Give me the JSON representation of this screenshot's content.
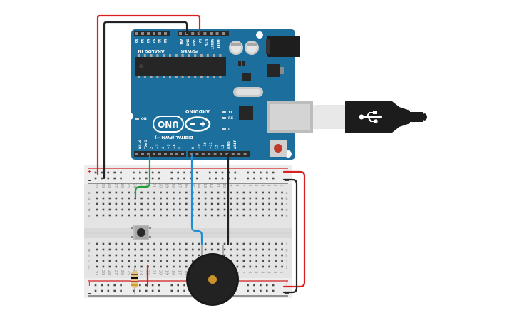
{
  "board": {
    "analog_header": "ANALOG IN",
    "analog_pins": [
      "A5",
      "A4",
      "A3",
      "A2",
      "A1",
      "A0"
    ],
    "power_header": "POWER",
    "power_pins": [
      "VIN",
      "GND",
      "GND",
      "5V",
      "3.3V",
      "RESET",
      "IOREF"
    ],
    "digital_header": "DIGITAL (PWM ~)",
    "digital_pins": [
      "RX◄0",
      "TX►1",
      "2",
      "~3",
      "4",
      "~5",
      "~6",
      "7",
      "8",
      "~9",
      "~10",
      "~11",
      "12",
      "13",
      "GND",
      "AREF"
    ],
    "brand": "ARDUINO",
    "model": "UNO",
    "on_led": "ON",
    "led_labels": [
      "TX",
      "RX",
      "L"
    ],
    "colors": {
      "pcb": "#1c6f9c",
      "header": "#2b2b2b"
    }
  },
  "breadboard": {
    "row_letters_top": [
      "a",
      "b",
      "c",
      "d",
      "e"
    ],
    "row_letters_bottom": [
      "f",
      "g",
      "h",
      "i",
      "j"
    ],
    "column_numbers": [
      "30",
      "29",
      "28",
      "27",
      "26",
      "25",
      "24",
      "23",
      "22",
      "21",
      "20",
      "19",
      "18",
      "17",
      "16",
      "15",
      "14",
      "13",
      "12",
      "11",
      "10",
      "9",
      "8",
      "7",
      "6",
      "5",
      "4",
      "3",
      "2",
      "1"
    ],
    "rail_plus": "+",
    "rail_minus": "−",
    "colors": {
      "body": "#e6e6e6",
      "hole": "#4a4a4a",
      "rail_red": "#d22020",
      "rail_black": "#333333"
    }
  },
  "wires": {
    "colors": {
      "red": "#d82020",
      "black": "#222222",
      "green": "#22a03a",
      "blue": "#1f8fd0"
    }
  },
  "components": {
    "usb_icon": "usb-icon",
    "buzzer_color": "#1a1a1a",
    "buzzer_center_color": "#c8932a",
    "resistor_color": "#e2c58a"
  }
}
